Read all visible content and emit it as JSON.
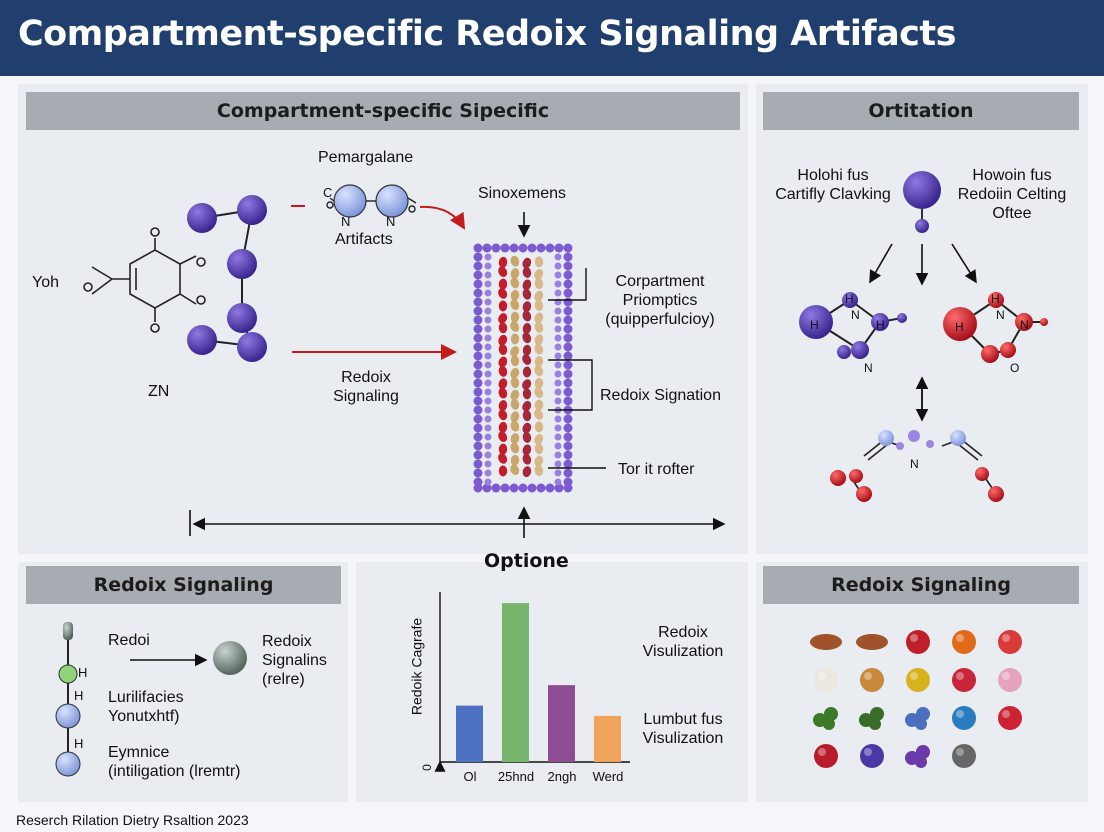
{
  "title": "Compartment-specific Redoix Signaling Artifacts",
  "main_panel": {
    "header": "Compartment-specific Sipecific",
    "labels": {
      "yoh": "Yoh",
      "zn": "ZN",
      "pemargalane": "Pemargalane",
      "artifacts": "Artifacts",
      "sinoxemens": "Sinoxemens",
      "redoix_signaling": "Redoix\nSignaling",
      "compartment": "Corpartment\nPriomptics\n(quipperfulcioy)",
      "redoix_signation": "Redoix Signation",
      "tor_it_rofter": "Tor it rofter"
    },
    "atoms": {
      "c": "C",
      "n1": "N",
      "n2": "N"
    }
  },
  "right_panel": {
    "header": "Ortitation",
    "left_text": "Holohi fus\nCartifly Clavking",
    "right_text": "Howoin fus\nRedoiin Celting\nOftee",
    "atoms": {
      "h1": "H",
      "h2": "H",
      "n1": "N",
      "n2": "N",
      "h3": "H",
      "h4": "H",
      "h5": "H",
      "n3": "N",
      "n4": "N",
      "o": "O",
      "n5": "N"
    }
  },
  "bottom_left": {
    "header": "Redoix Signaling",
    "redoi": "Redoi",
    "target": "Redoix\nSignalins\n(relre)",
    "item2": "Lurilifacies\nYonutxhtf)",
    "item3": "Eymnice\n(intiligation (lremtr)",
    "atoms": {
      "h1": "H",
      "h2": "H",
      "h3": "H"
    }
  },
  "chart_panel": {
    "title": "Optione",
    "side_text_1": "Redoix\nVisulization",
    "side_text_2": "Lumbut fus\nVisulization"
  },
  "chart_data": {
    "type": "bar",
    "title": "Optione",
    "ylabel": "Redoik Cagrafe",
    "xlabel": "",
    "categories": [
      "Ol",
      "25hnd",
      "2ngh",
      "Werd"
    ],
    "values": [
      22,
      62,
      30,
      18
    ],
    "ylim": [
      0,
      64
    ],
    "zero_label": "0",
    "colors": [
      "#4f71c2",
      "#78b46c",
      "#8e4c93",
      "#f0a35a"
    ],
    "grid": false
  },
  "bottom_right": {
    "header": "Redoix Signaling",
    "molecule_colors": [
      [
        "#a0522d",
        "#a0522d",
        "#c0202a",
        "#e06a18",
        "#d93a3a"
      ],
      [
        "#ece8e0",
        "#c9893a",
        "#d8b21c",
        "#c8243a",
        "#e6a3c0"
      ],
      [
        "#3c7a2a",
        "#3a6b28",
        "#4a6fbf",
        "#2a7cc0",
        "#cc2233"
      ],
      [
        "#b81c2a",
        "#4a3aa8",
        "#6a3aa8",
        "#666666"
      ]
    ]
  },
  "footer": "Reserch Rilation Dietry Rsaltion 2023",
  "colors": {
    "title_bg": "#213f6e",
    "header_bg": "#a7abb2",
    "purple": "#5a3cb0",
    "red": "#c41c1c"
  }
}
